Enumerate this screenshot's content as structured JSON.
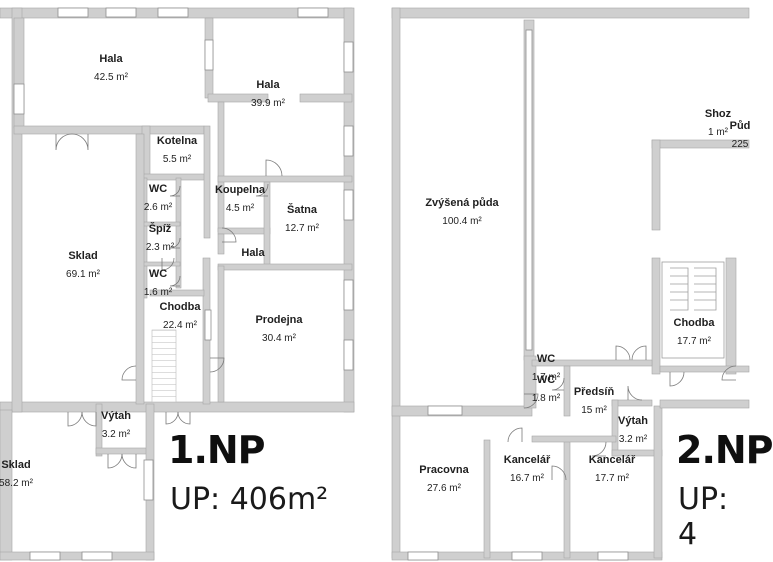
{
  "floors": [
    {
      "title": "1.NP",
      "usable_area": "UP: 406m²",
      "rooms": [
        {
          "id": "hala-1",
          "label": "Hala",
          "area": "42.5 m²"
        },
        {
          "id": "hala-2",
          "label": "Hala",
          "area": "39.9 m²"
        },
        {
          "id": "kotelna",
          "label": "Kotelna",
          "area": "5.5 m²"
        },
        {
          "id": "wc-1",
          "label": "WC",
          "area": "2.6 m²"
        },
        {
          "id": "spiz",
          "label": "Špíž",
          "area": "2.3 m²"
        },
        {
          "id": "wc-2",
          "label": "WC",
          "area": "1.6 m²"
        },
        {
          "id": "koupelna",
          "label": "Koupelna",
          "area": "4.5 m²"
        },
        {
          "id": "satna",
          "label": "Šatna",
          "area": "12.7 m²"
        },
        {
          "id": "hala-3",
          "label": "Hala",
          "area": ""
        },
        {
          "id": "sklad-1",
          "label": "Sklad",
          "area": "69.1 m²"
        },
        {
          "id": "chodba-1",
          "label": "Chodba",
          "area": "22.4 m²"
        },
        {
          "id": "prodejna",
          "label": "Prodejna",
          "area": "30.4 m²"
        },
        {
          "id": "vytah-1",
          "label": "Výtah",
          "area": "3.2 m²"
        },
        {
          "id": "sklad-2",
          "label": "Sklad",
          "area": "58.2 m²"
        }
      ]
    },
    {
      "title": "2.NP",
      "usable_area": "UP: 4",
      "rooms": [
        {
          "id": "zvysena-puda",
          "label": "Zvýšená půda",
          "area": "100.4 m²"
        },
        {
          "id": "shoz",
          "label": "Shoz",
          "area": "1 m²"
        },
        {
          "id": "puda",
          "label": "Půd",
          "area": "225"
        },
        {
          "id": "chodba-2",
          "label": "Chodba",
          "area": "17.7 m²"
        },
        {
          "id": "wc-3",
          "label": "WC",
          "area": "1.7 m²"
        },
        {
          "id": "wc-4",
          "label": "WC",
          "area": "1.8 m²"
        },
        {
          "id": "predsin",
          "label": "Předsíň",
          "area": "15 m²"
        },
        {
          "id": "vytah-2",
          "label": "Výtah",
          "area": "3.2 m²"
        },
        {
          "id": "pracovna",
          "label": "Pracovna",
          "area": "27.6 m²"
        },
        {
          "id": "kancelar-1",
          "label": "Kancelář",
          "area": "16.7 m²"
        },
        {
          "id": "kancelar-2",
          "label": "Kancelář",
          "area": "17.7 m²"
        }
      ]
    }
  ],
  "colors": {
    "wall": "#c9c9c9",
    "wall_edge": "#9a9a9a",
    "floor": "#ffffff",
    "text": "#1f1f1f"
  }
}
